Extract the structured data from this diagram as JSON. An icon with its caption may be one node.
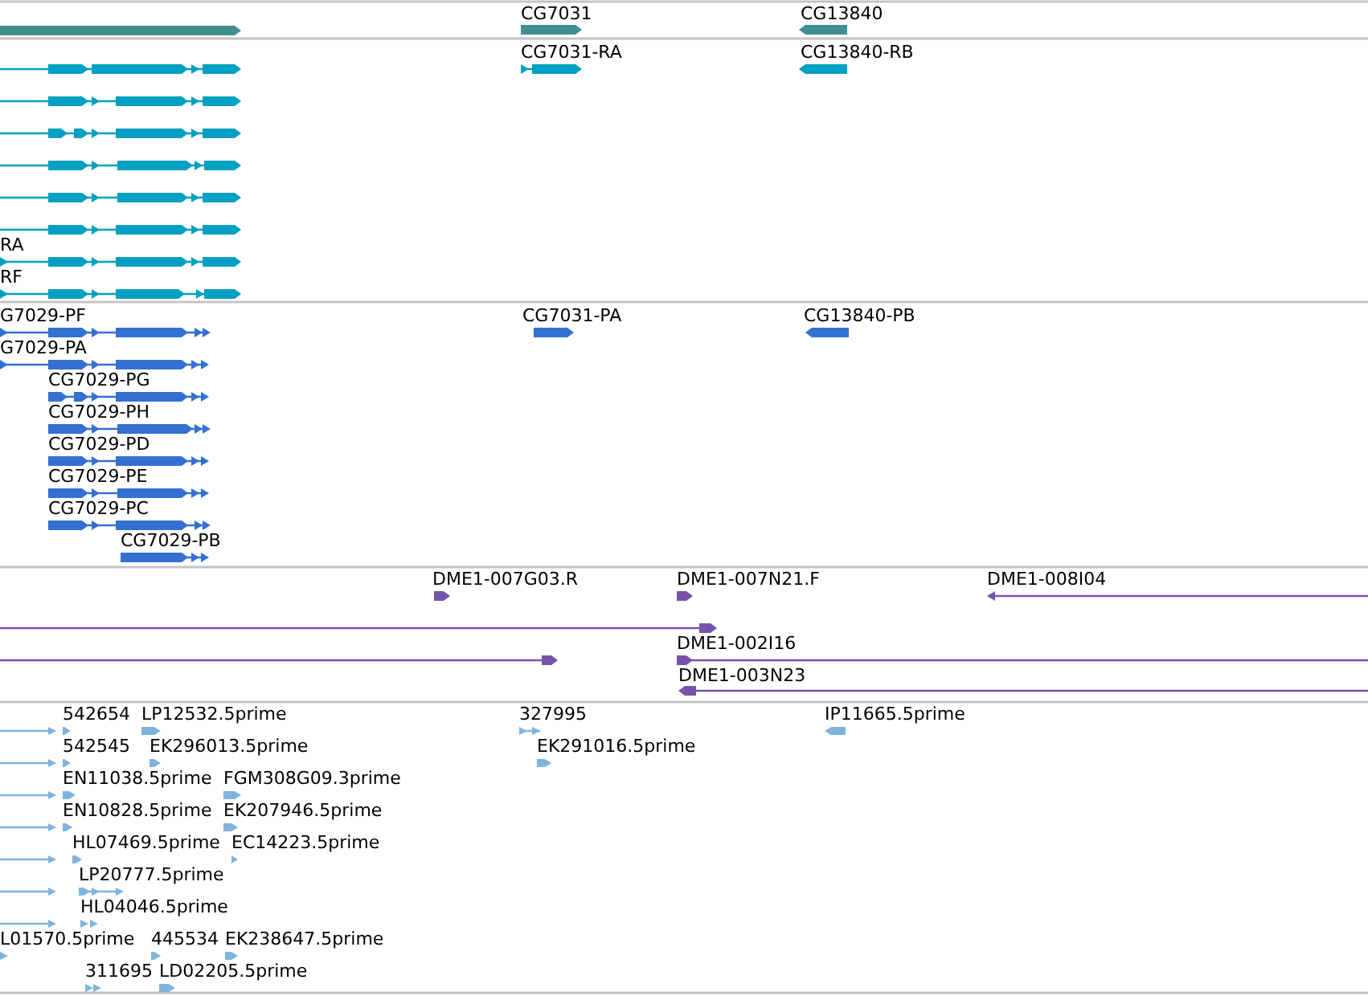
{
  "diagram": {
    "labels": [
      "CG7031",
      "CG13840",
      "CG7031-RA",
      "CG13840-RB",
      "RA",
      "RF",
      "G7029-PF",
      "CG7031-PA",
      "CG13840-PB",
      "G7029-PA",
      "CG7029-PG",
      "CG7029-PH",
      "CG7029-PD",
      "CG7029-PE",
      "CG7029-PC",
      "CG7029-PB",
      "DME1-007G03.R",
      "DME1-007N21.F",
      "DME1-008I04",
      "DME1-002I16",
      "DME1-003N23",
      "542654",
      "LP12532.5prime",
      "327995",
      "IP11665.5prime",
      "542545",
      "EK296013.5prime",
      "EK291016.5prime",
      "EN11038.5prime",
      "FGM308G09.3prime",
      "EN10828.5prime",
      "EK207946.5prime",
      "HL07469.5prime",
      "EC14223.5prime",
      "LP20777.5prime",
      "HL04046.5prime",
      "L01570.5prime",
      "445534",
      "EK238647.5prime",
      "311695",
      "LD02205.5prime"
    ]
  }
}
